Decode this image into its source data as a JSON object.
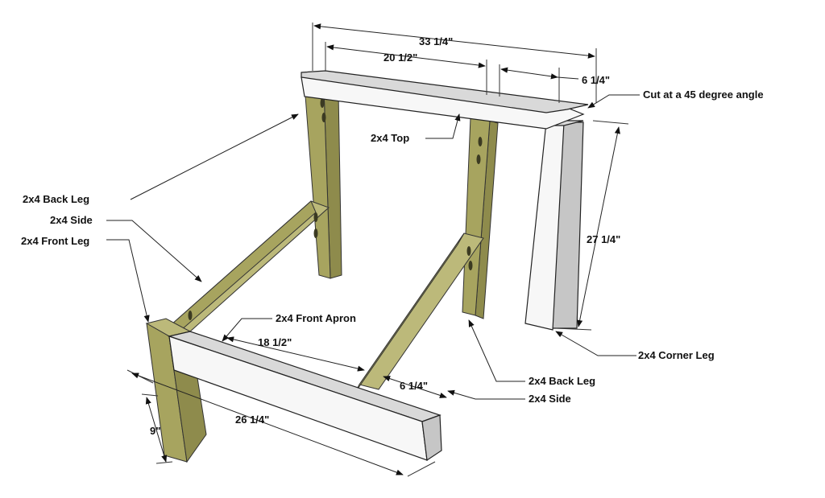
{
  "labels": {
    "back_leg_left": "2x4 Back Leg",
    "side_left": "2x4 Side",
    "front_leg": "2x4 Front Leg",
    "top": "2x4 Top",
    "front_apron": "2x4 Front Apron",
    "back_leg_right": "2x4 Back Leg",
    "side_right": "2x4 Side",
    "corner_leg": "2x4 Corner Leg",
    "cut_note": "Cut at a 45 degree angle"
  },
  "dimensions": {
    "top_overall": "33 1/4\"",
    "top_inner": "20 1/2\"",
    "top_overhang": "6 1/4\"",
    "corner_leg_height": "27 1/4\"",
    "apron_inner": "18 1/2\"",
    "side_depth": "6 1/4\"",
    "base_length": "26 1/4\"",
    "front_leg_height": "9\""
  }
}
